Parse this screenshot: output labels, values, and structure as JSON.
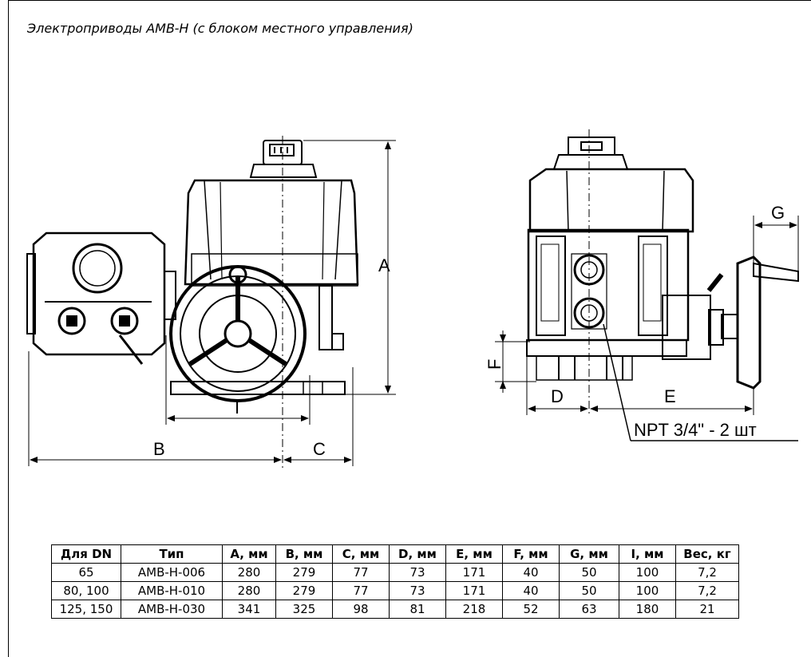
{
  "caption": "Электроприводы AMB-H (с блоком местного управления)",
  "dimensions": {
    "a": "A",
    "b": "B",
    "c": "C",
    "d": "D",
    "e": "E",
    "f": "F",
    "g": "G",
    "i": "I",
    "npt_note": "NPT 3/4\" - 2 шт"
  },
  "table": {
    "headers": [
      "Для DN",
      "Тип",
      "A, мм",
      "B, мм",
      "C, мм",
      "D, мм",
      "E, мм",
      "F, мм",
      "G, мм",
      "I, мм",
      "Вес, кг"
    ],
    "rows": [
      [
        "65",
        "AMB-H-006",
        "280",
        "279",
        "77",
        "73",
        "171",
        "40",
        "50",
        "100",
        "7,2"
      ],
      [
        "80, 100",
        "AMB-H-010",
        "280",
        "279",
        "77",
        "73",
        "171",
        "40",
        "50",
        "100",
        "7,2"
      ],
      [
        "125, 150",
        "AMB-H-030",
        "341",
        "325",
        "98",
        "81",
        "218",
        "52",
        "63",
        "180",
        "21"
      ]
    ]
  },
  "icons": {
    "front_view": "actuator-front-view-drawing",
    "side_view": "actuator-side-view-drawing"
  }
}
